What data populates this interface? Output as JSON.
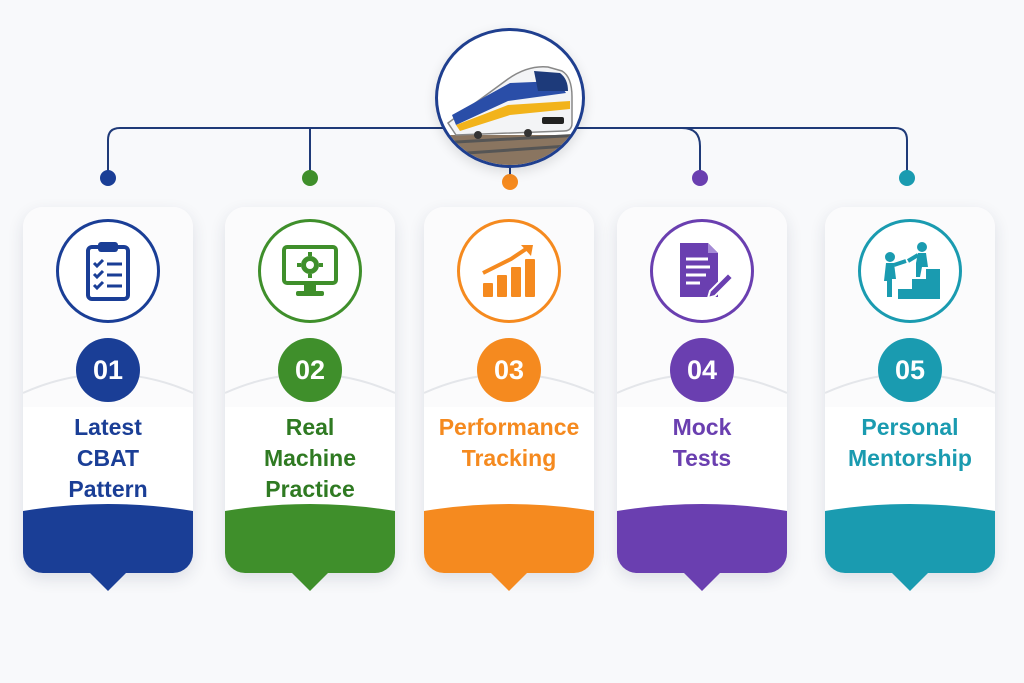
{
  "hub": {
    "icon": "train-icon"
  },
  "colors": {
    "navy": "#1a3e96",
    "green": "#3f8f2b",
    "orange": "#f58a1f",
    "purple": "#6a3fb0",
    "teal": "#1a9bb0",
    "connector": "#1f3a78"
  },
  "steps": [
    {
      "number": "01",
      "label": "Latest\nCBAT\nPattern",
      "icon": "clipboard-checklist-icon",
      "color": "#1a3e96"
    },
    {
      "number": "02",
      "label": "Real\nMachine\nPractice",
      "icon": "monitor-gear-icon",
      "color": "#3f8f2b"
    },
    {
      "number": "03",
      "label": "Performance\nTracking",
      "icon": "growth-chart-icon",
      "color": "#f58a1f"
    },
    {
      "number": "04",
      "label": "Mock\nTests",
      "icon": "document-pencil-icon",
      "color": "#6a3fb0"
    },
    {
      "number": "05",
      "label": "Personal\nMentorship",
      "icon": "helping-hand-stairs-icon",
      "color": "#1a9bb0"
    }
  ]
}
